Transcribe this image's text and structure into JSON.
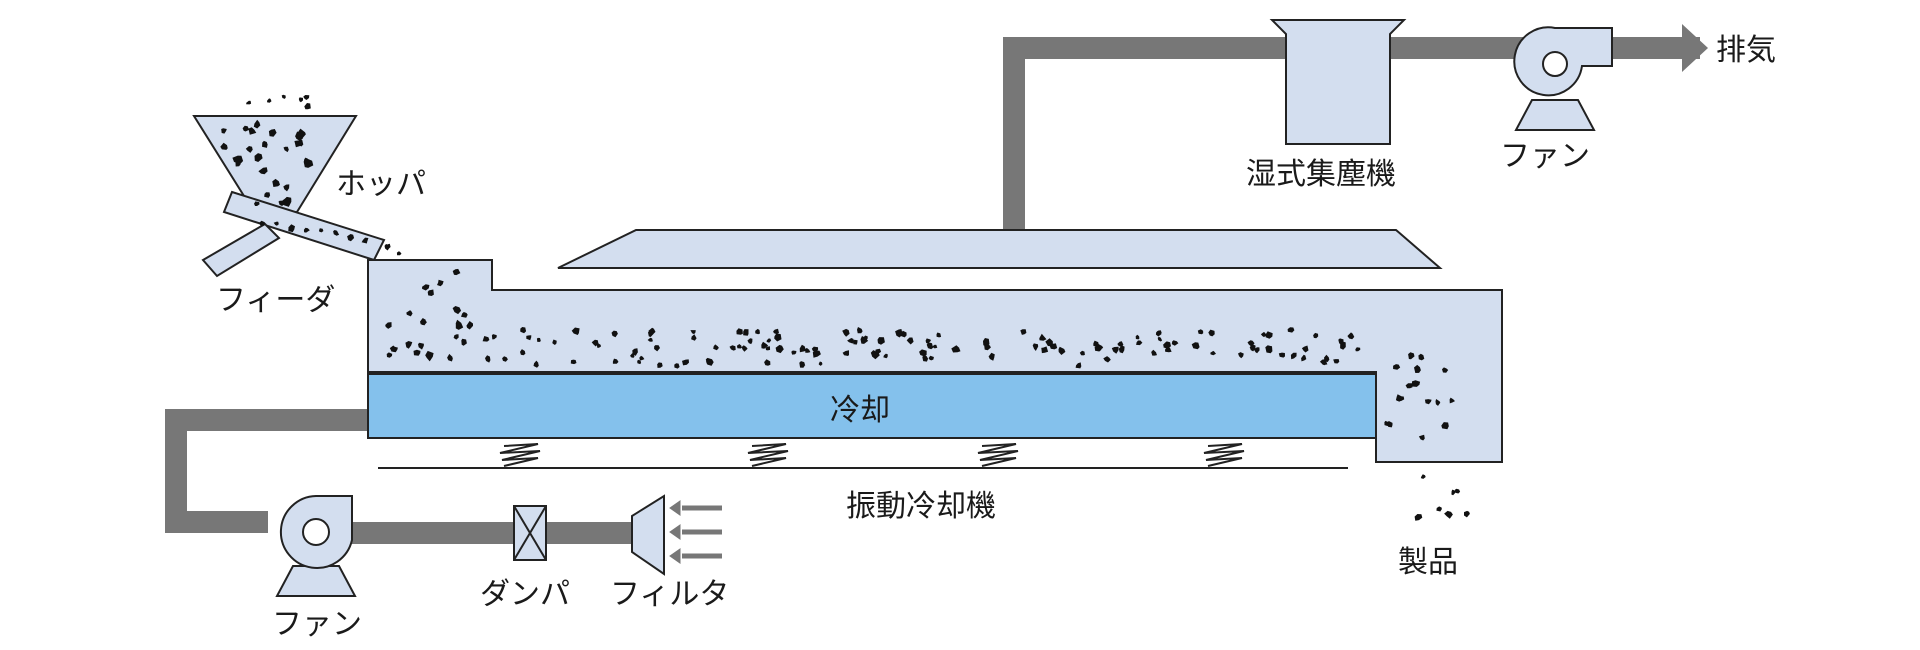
{
  "diagram": {
    "labels": {
      "hopper": "ホッパ",
      "feeder": "フィーダ",
      "wet_collector": "湿式集塵機",
      "fan_top": "ファン",
      "exhaust": "排気",
      "cooling": "冷却",
      "vibrating_cooler": "振動冷却機",
      "product": "製品",
      "fan_bottom": "ファン",
      "damper": "ダンパ",
      "filter": "フィルタ"
    },
    "colors": {
      "equipment_fill": "#d3deef",
      "cooling_bed": "#84c1ec",
      "duct": "#777777",
      "outline": "#222222",
      "particle": "#111111"
    }
  }
}
